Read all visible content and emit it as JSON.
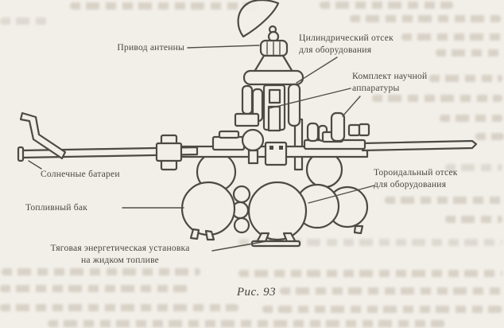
{
  "page": {
    "paper_color": "#f2efe9",
    "ink_color": "#403e38",
    "text_color": "#4a473f"
  },
  "figure": {
    "caption": "Рис. 93",
    "labels": {
      "antenna_drive": "Привод антенны",
      "cylindrical_compartment": "Цилиндрический отсек\nдля оборудования",
      "science_package": "Комплект научной\nаппаратуры",
      "solar_panels": "Солнечные батареи",
      "fuel_tank": "Топливный бак",
      "toroidal_compartment": "Тороидальный отсек\nдля оборудования",
      "propulsion_unit": "Тяговая энергетическая установка\nна жидком топливе"
    }
  }
}
